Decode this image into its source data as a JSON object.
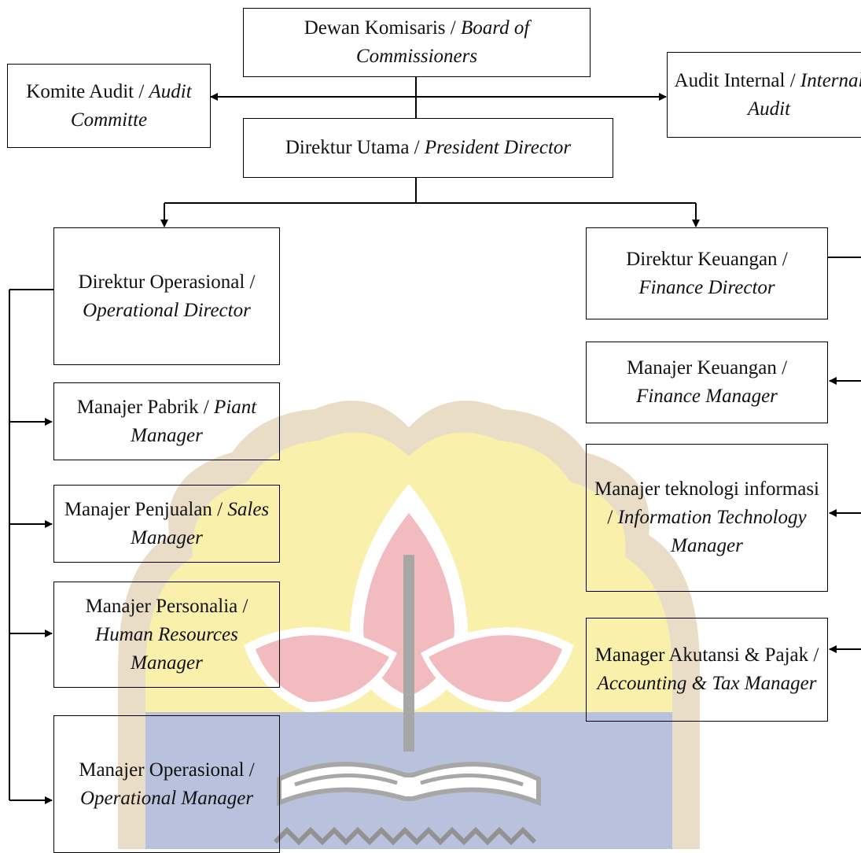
{
  "org_chart": {
    "board_of_commissioners": {
      "id_label": "Dewan Komisaris / ",
      "en_label": "Board of Commissioners"
    },
    "audit_committee": {
      "id_label": "Komite Audit / ",
      "en_label": "Audit Committe"
    },
    "internal_audit": {
      "id_label": "Audit Internal / ",
      "en_label": "Internal Audit"
    },
    "president_director": {
      "id_label": "Direktur Utama / ",
      "en_label": "President Director"
    },
    "operational_director": {
      "id_label": "Direktur Operasional / ",
      "en_label": "Operational Director"
    },
    "finance_director": {
      "id_label": "Direktur Keuangan / ",
      "en_label": "Finance Director"
    },
    "plant_manager": {
      "id_label": "Manajer Pabrik / ",
      "en_label": "Piant Manager"
    },
    "sales_manager": {
      "id_label": "Manajer Penjualan / ",
      "en_label": "Sales Manager"
    },
    "hr_manager": {
      "id_label": "Manajer Personalia / ",
      "en_label": "Human Resources Manager"
    },
    "operational_manager": {
      "id_label": "Manajer Operasional / ",
      "en_label": "Operational Manager"
    },
    "finance_manager": {
      "id_label": "Manajer Keuangan / ",
      "en_label": "Finance Manager"
    },
    "it_manager": {
      "id_label": "Manajer teknologi informasi / ",
      "en_label": "Information Technology Manager"
    },
    "accounting_tax_manager": {
      "id_label": "Manager Akutansi & Pajak / ",
      "en_label": "Accounting & Tax Manager"
    }
  },
  "watermark": {
    "colors": {
      "frame": "#e9dcc6",
      "yellow": "#f9f0a8",
      "blue": "#b6bfdc",
      "petal": "#f2b8bd",
      "stem": "#a3a3a3"
    }
  }
}
